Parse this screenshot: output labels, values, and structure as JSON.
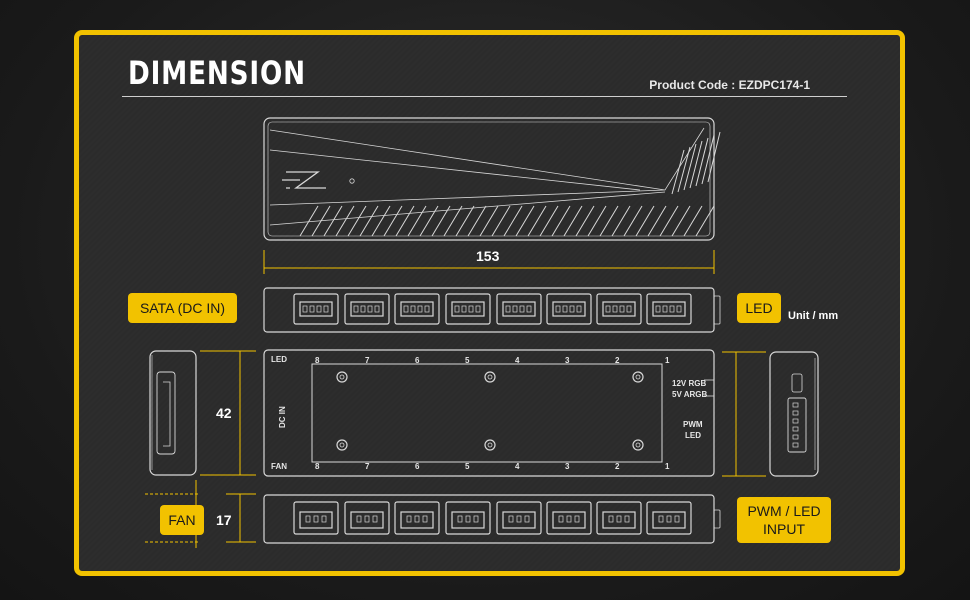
{
  "title": "DIMENSION",
  "product_code": {
    "label": "Product Code : ",
    "value": "EZDPC174-1"
  },
  "unit_label": "Unit / mm",
  "dimensions": {
    "length": "153",
    "height": "42",
    "depth": "17"
  },
  "labels": {
    "sata": "SATA (DC IN)",
    "led": "LED",
    "fan": "FAN",
    "pwm_led_input": "PWM / LED INPUT"
  },
  "board": {
    "led_row_label": "LED",
    "fan_row_label": "FAN",
    "dc_in_label": "DC IN",
    "port_numbers": [
      "8",
      "7",
      "6",
      "5",
      "4",
      "3",
      "2",
      "1"
    ],
    "voltage_lines": [
      "12V RGB",
      "5V ARGB"
    ],
    "mode_lines": [
      "PWM",
      "LED"
    ]
  },
  "logo_text": "EZ",
  "colors": {
    "accent": "#f2c200",
    "line": "#d8d8d8",
    "panel": "#2b2b2b"
  }
}
